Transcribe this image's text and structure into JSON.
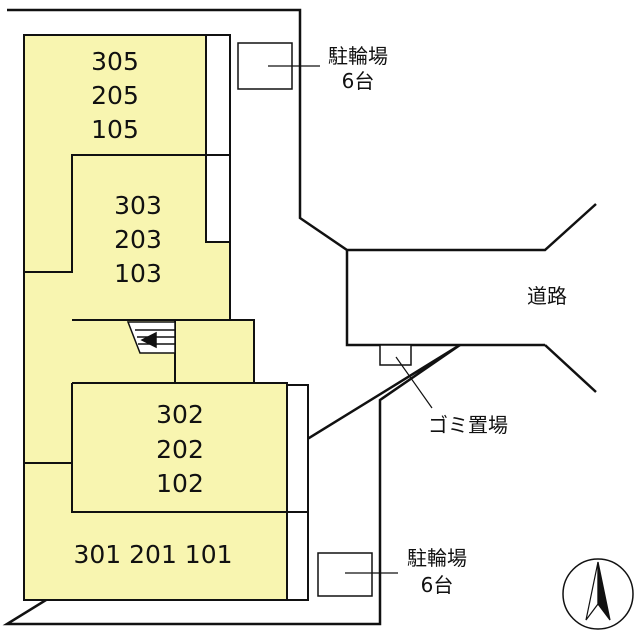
{
  "units": {
    "block_a": [
      "305",
      "205",
      "105"
    ],
    "block_b": [
      "303",
      "203",
      "103"
    ],
    "block_c": [
      "302",
      "202",
      "102"
    ],
    "block_d": "301 201 101"
  },
  "labels": {
    "bicycle_top": "駐輪場",
    "bicycle_top_count": "6台",
    "road": "道路",
    "garbage": "ゴミ置場",
    "bicycle_bottom": "駐輪場",
    "bicycle_bottom_count": "6台"
  },
  "colors": {
    "building_fill": "#f8f5b0",
    "line": "#111111"
  },
  "icons": {
    "compass": "north-arrow-icon",
    "stairs": "stairs-icon"
  }
}
